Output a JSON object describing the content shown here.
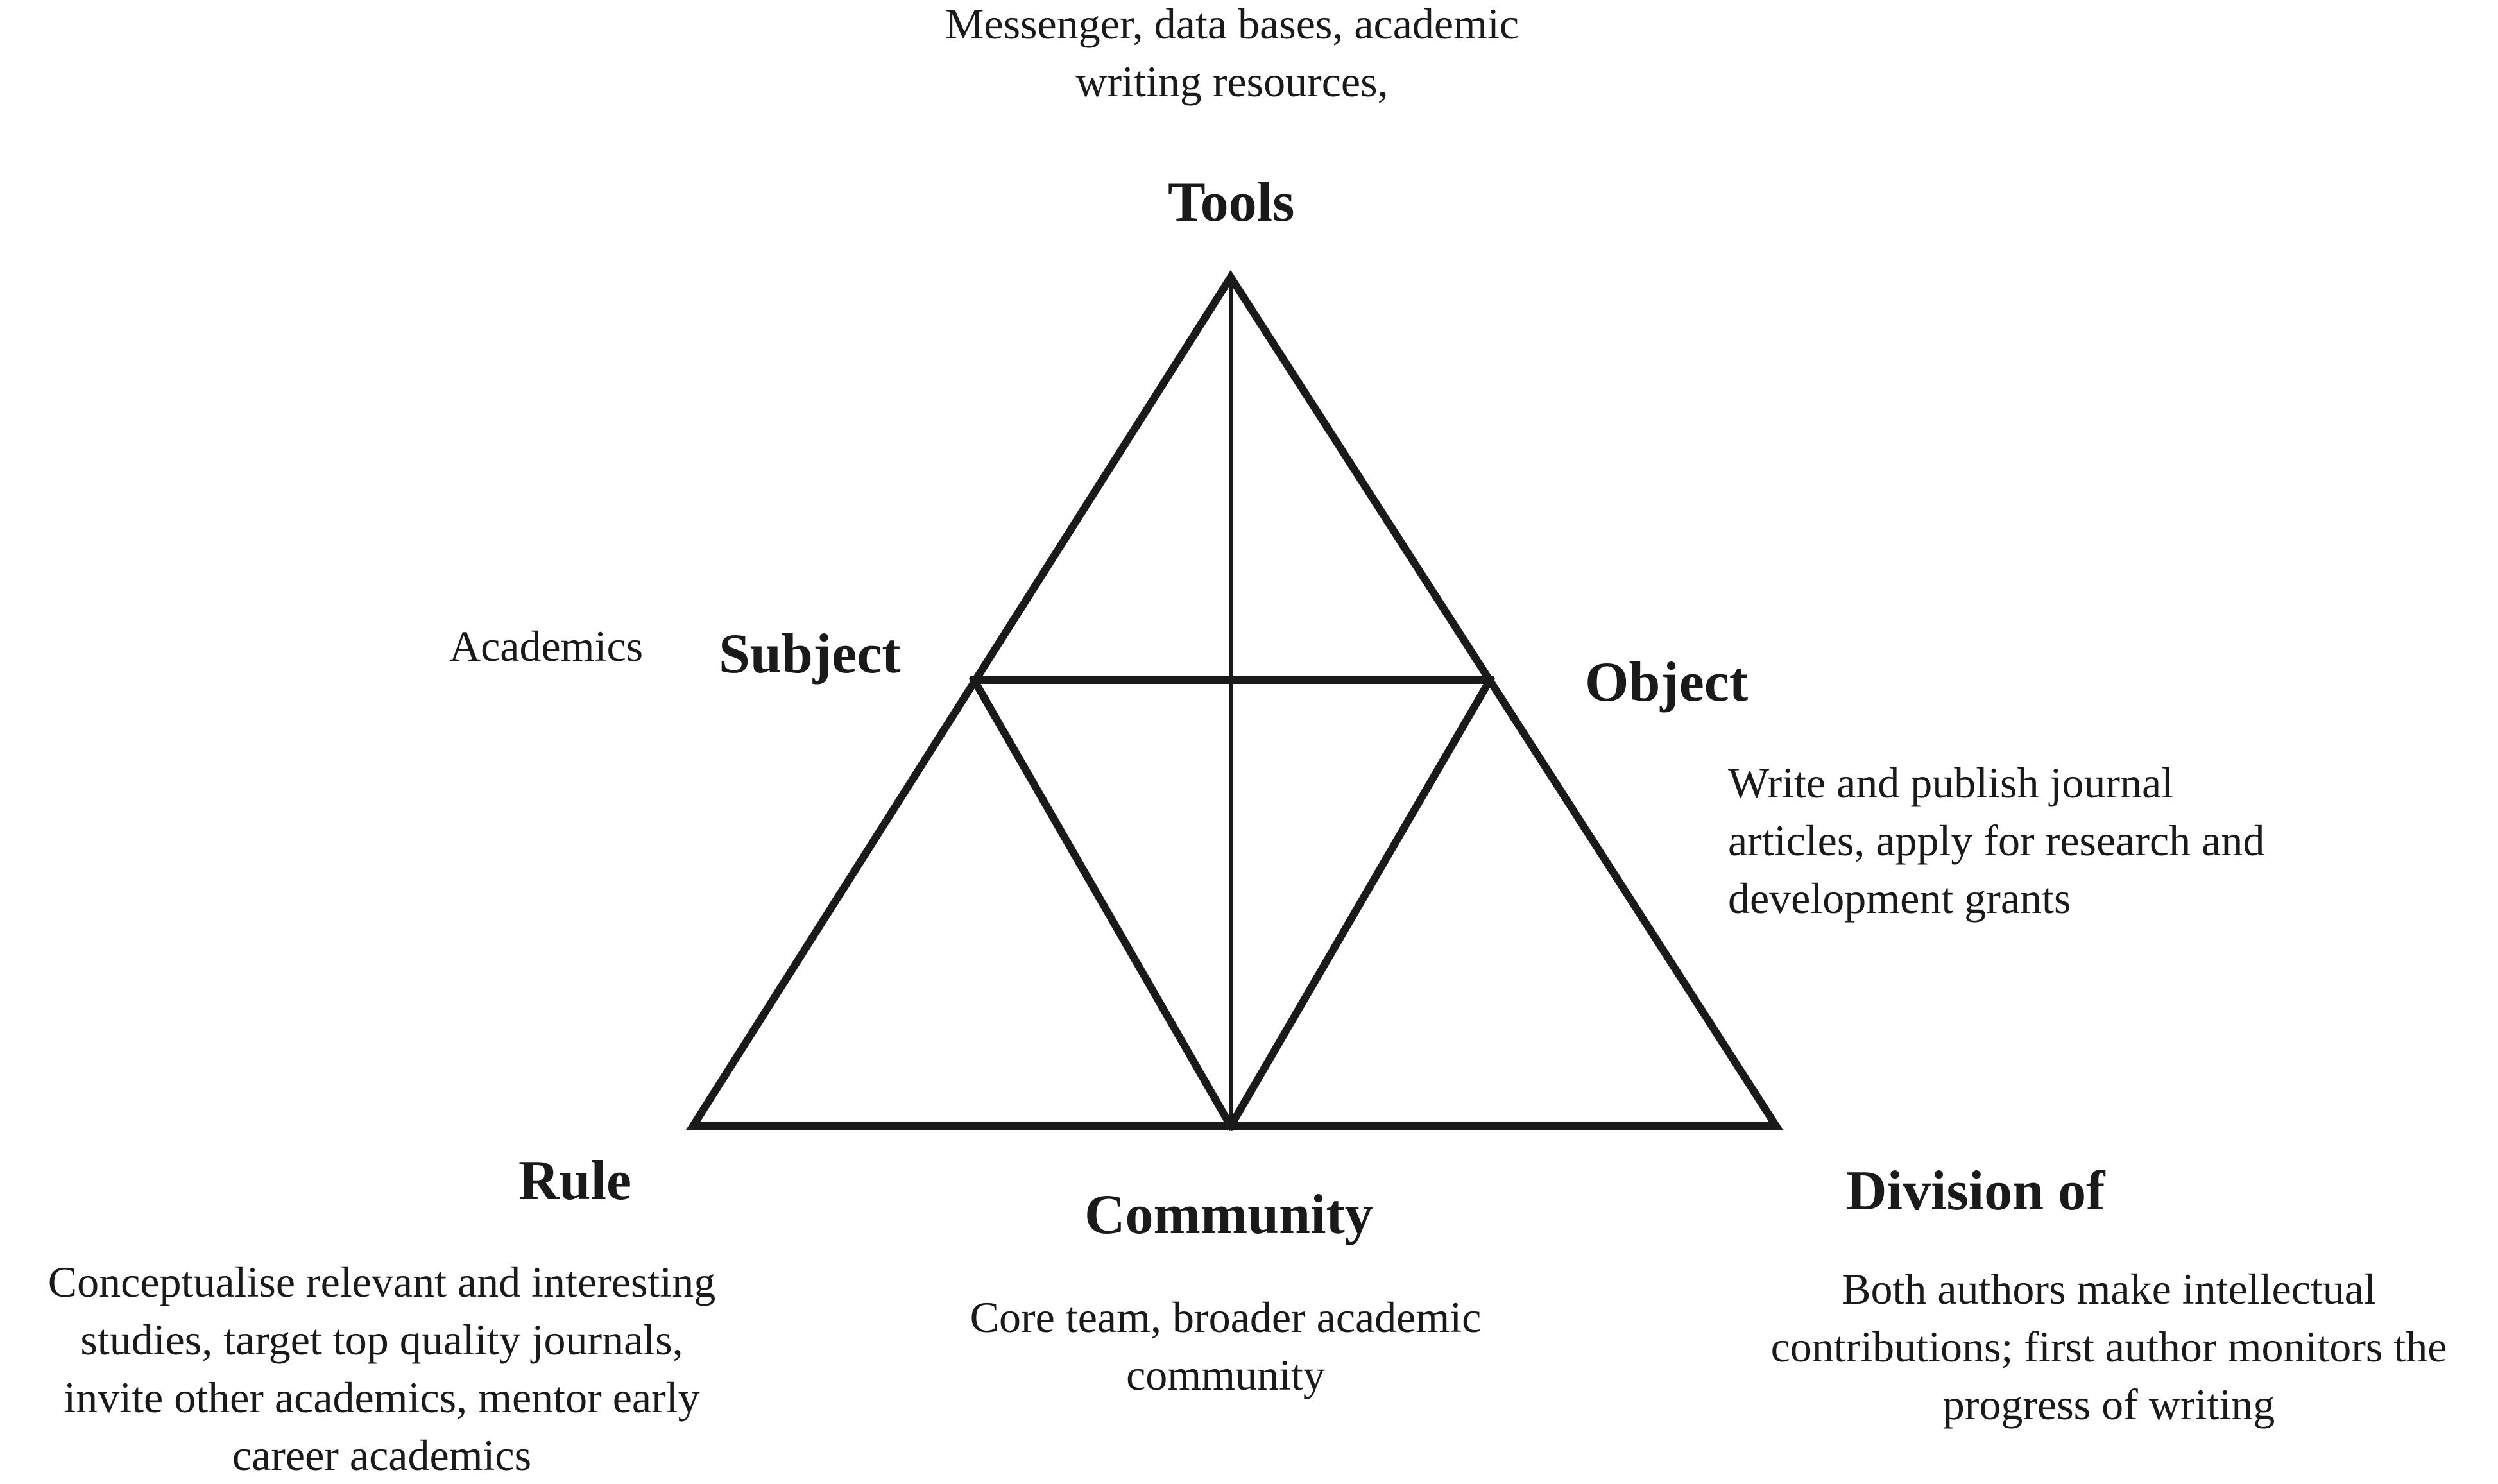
{
  "nodes": {
    "tools": {
      "label": "Tools",
      "description_lines": [
        "Messenger, data bases, academic",
        "writing resources,"
      ]
    },
    "subject": {
      "label": "Subject",
      "description_lines": [
        "Academics"
      ]
    },
    "object": {
      "label": "Object",
      "description_lines": [
        "Write and publish journal",
        "articles, apply for research and",
        "development grants"
      ]
    },
    "rule": {
      "label": "Rule",
      "description_lines": [
        "Conceptualise relevant and interesting",
        "studies, target top quality journals,",
        "invite other academics, mentor early",
        "career academics"
      ]
    },
    "community": {
      "label": "Community",
      "description_lines": [
        "Core team, broader academic",
        "community"
      ]
    },
    "division": {
      "label": "Division of",
      "description_lines": [
        "Both authors make intellectual",
        "contributions; first author monitors the",
        "progress of writing"
      ]
    }
  },
  "style": {
    "line_color": "#1a1a1a"
  }
}
